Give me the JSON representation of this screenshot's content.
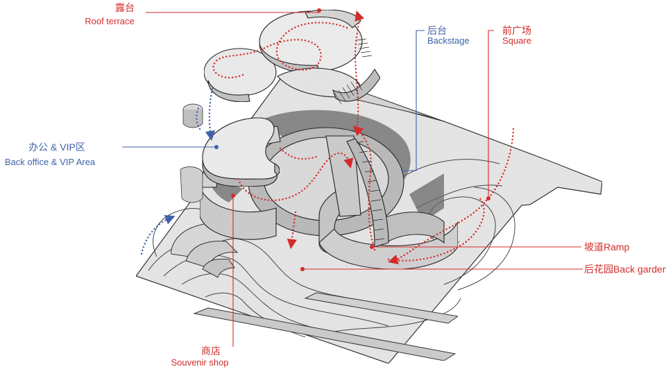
{
  "colors": {
    "red": "#d42b2b",
    "blue": "#3f62a8",
    "ground": "#e9e9e9",
    "wall": "#cfcfcf",
    "shadow": "#6d6d6d",
    "line": "#333333"
  },
  "labels": {
    "roof_terrace": {
      "zh": "露台",
      "en": "Roof terrace"
    },
    "backstage": {
      "zh": "后台",
      "en": "Backstage"
    },
    "square": {
      "zh": "前广场",
      "en": "Square"
    },
    "office": {
      "zh": "办公 & VIP区",
      "en": "Back office & VIP Area"
    },
    "ramp": {
      "zh": "坡道Ramp"
    },
    "back_garden": {
      "zh": "后花园Back garden"
    },
    "souvenir": {
      "zh": "商店",
      "en": "Souvenir shop"
    }
  }
}
